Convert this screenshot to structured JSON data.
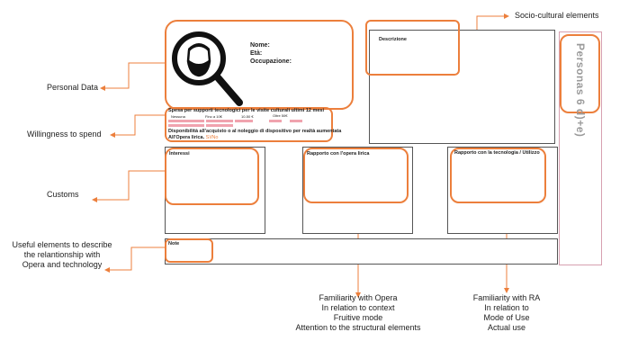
{
  "callouts": {
    "socio_cultural": "Socio-cultural elements",
    "personal_data": "Personal Data",
    "willingness": "Willingness to spend",
    "customs": "Customs",
    "useful": [
      "Useful elements to describe",
      "the relantionship with",
      "Opera and technology"
    ],
    "opera": [
      "Familiarity with Opera",
      "In relation to context",
      "Fruitive mode",
      "Attention to the structural elements"
    ],
    "ra": [
      "Familiarity with RA",
      "In relation to",
      "Mode of Use",
      "Actual use"
    ]
  },
  "persona": {
    "title": "Personas 6 d)+e)",
    "fields": {
      "name": "Nome:",
      "age": "Età:",
      "occupation": "Occupazione:"
    },
    "descrizione": "Descrizione",
    "spend_line": "Spesa per supporti tecnologici per le visite culturali ultimi 12 mesi",
    "spend_scale": [
      "Nessuna",
      "Fino a 10€",
      "10-50 €",
      "Oltre 50€"
    ],
    "availability": [
      "Disponibilità all'acquisto o al noleggio di dispositivo per realtà aumentata",
      "All'Opera lirica."
    ],
    "availability_answer": "Sì/No",
    "interessi": "Interessi",
    "rapporto_opera": "Rapporto con l'opera lirica",
    "rapporto_tech": "Rapporto con la tecnologia / Utilizzo",
    "note": "Note"
  },
  "colors": {
    "accent": "#ec7f3c",
    "highlight": "#f0a3ae"
  },
  "icons": [
    "user-magnifier-icon"
  ]
}
